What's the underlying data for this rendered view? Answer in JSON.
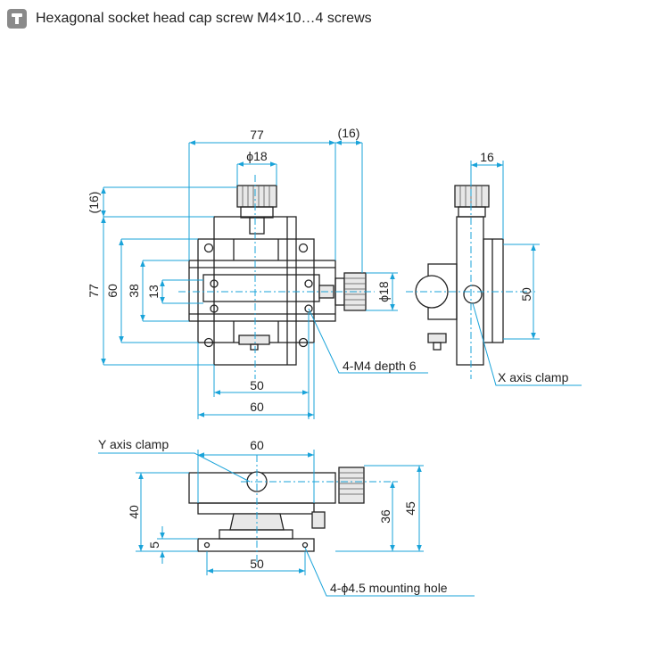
{
  "header": {
    "icon": "screw-icon",
    "text": "Hexagonal socket head cap screw M4×10…4 screws"
  },
  "dimensions": {
    "top_width": "77",
    "top_clamp_offset": "(16)",
    "top_knob_dia": "ϕ18",
    "left_height": "77",
    "left_offset": "(16)",
    "left_60": "60",
    "left_38": "38",
    "left_13": "13",
    "right_knob_dia": "ϕ18",
    "bottom_50": "50",
    "bottom_60": "60",
    "side_top_16": "16",
    "side_right_50": "50",
    "front_top_60": "60",
    "front_left_40": "40",
    "front_left_5": "5",
    "front_right_36": "36",
    "front_right_45": "45",
    "front_bottom_50": "50"
  },
  "labels": {
    "tapped_holes": "4-M4 depth 6",
    "x_axis_clamp": "X axis clamp",
    "y_axis_clamp": "Y axis clamp",
    "mounting_hole": "4-ϕ4.5 mounting hole"
  }
}
